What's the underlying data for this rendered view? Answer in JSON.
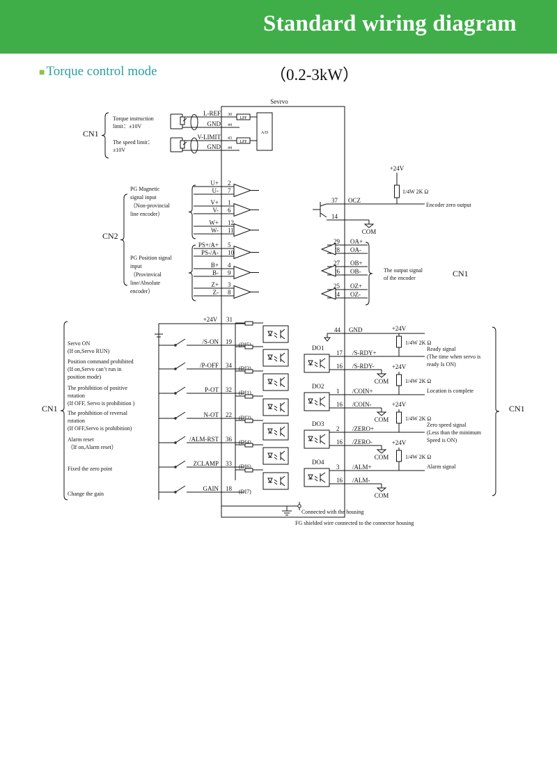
{
  "header": {
    "title": "Standard wiring diagram"
  },
  "subheader": {
    "mode": "Torque control mode",
    "power": "（0.2-3kW）"
  },
  "diagram": {
    "servo_label": "Sevrvo",
    "cn1_top": {
      "group": "CN1",
      "torque_desc": [
        "Torque instruction",
        "limit：±10V"
      ],
      "speed_desc": [
        "The speed limit：",
        "±10V"
      ],
      "pins": [
        {
          "name": "L-REF",
          "num": "30"
        },
        {
          "name": "GND",
          "num": "44"
        },
        {
          "name": "V-LIMIT",
          "num": "43"
        },
        {
          "name": "GND",
          "num": "44"
        }
      ],
      "lpf": "LPF",
      "ad": "A/D"
    },
    "cn2": {
      "group": "CN2",
      "magnetic_desc": [
        "PG Magnetic",
        "signal input",
        "（Non-provincial",
        "line encoder）"
      ],
      "position_desc": [
        "PG Position signal",
        "input",
        "（Provinvical",
        "line/Absolute",
        "encoder）"
      ],
      "pins": [
        {
          "name": "U+",
          "num": "2"
        },
        {
          "name": "U-",
          "num": "7"
        },
        {
          "name": "V+",
          "num": "1"
        },
        {
          "name": "V-",
          "num": "6"
        },
        {
          "name": "W+",
          "num": "12"
        },
        {
          "name": "W-",
          "num": "11"
        },
        {
          "name": "PS+/A+",
          "num": "5"
        },
        {
          "name": "PS-/A-",
          "num": "10"
        },
        {
          "name": "B+",
          "num": "4"
        },
        {
          "name": "B-",
          "num": "9"
        },
        {
          "name": "Z+",
          "num": "3"
        },
        {
          "name": "Z-",
          "num": "8"
        }
      ]
    },
    "ocz": {
      "v24": "+24V",
      "res": "1/4W 2K Ω",
      "pin37": "37",
      "name37": "OCZ",
      "pin14": "14",
      "com": "COM",
      "desc": "Encoder zero output"
    },
    "encoder_out": {
      "group": "CN1",
      "desc": [
        "The output signal",
        "of the encoder"
      ],
      "pins": [
        {
          "name": "OA+",
          "num": "29"
        },
        {
          "name": "OA-",
          "num": "28"
        },
        {
          "name": "OB+",
          "num": "27"
        },
        {
          "name": "OB-",
          "num": "26"
        },
        {
          "name": "OZ+",
          "num": "25"
        },
        {
          "name": "OZ-",
          "num": "24"
        }
      ]
    },
    "inputs": {
      "group": "CN1",
      "v24": "+24V",
      "v24num": "31",
      "descs": [
        [
          "Servo ON",
          "(If on,Servo RUN)"
        ],
        [
          "Position command prohibited",
          "(If on,Servo can’t run in",
          "position mode)"
        ],
        [
          "The prohibition of positive",
          "rotation",
          "(If OFF, Servo is prohibition )"
        ],
        [
          "The prohibition of reversal",
          "rotation",
          "(If OFF,Servo is prohibition)"
        ],
        [
          "Alarm reset",
          "（If on,Alarm reset）"
        ],
        [
          "Fixed the zero point"
        ],
        [
          "Change the gain"
        ]
      ],
      "pins": [
        {
          "name": "/S-ON",
          "num": "19",
          "di": "(DI5)"
        },
        {
          "name": "/P-OFF",
          "num": "34",
          "di": "(DI3)"
        },
        {
          "name": "P-OT",
          "num": "32",
          "di": "(DI1)"
        },
        {
          "name": "N-OT",
          "num": "22",
          "di": "(DI2)"
        },
        {
          "name": "/ALM-RST",
          "num": "36",
          "di": "(DI4)"
        },
        {
          "name": "ZCLAMP",
          "num": "33",
          "di": "(DI6)"
        },
        {
          "name": "GAIN",
          "num": "18",
          "di": "(DI7)"
        }
      ]
    },
    "outputs": {
      "group": "CN1",
      "gnd_num": "44",
      "gnd": "GND",
      "v24": "+24V",
      "res": "1/4W 2K Ω",
      "com": "COM",
      "items": [
        {
          "do": "DO1",
          "p": "17",
          "pn": "/S-RDY+",
          "m": "16",
          "mn": "/S-RDY-",
          "desc": [
            "Ready signal",
            "(The time when servo is",
            "ready Is ON)"
          ]
        },
        {
          "do": "DO2",
          "p": "1",
          "pn": "/COIN+",
          "m": "16",
          "mn": "/COIN-",
          "desc": [
            "Location is complete"
          ]
        },
        {
          "do": "DO3",
          "p": "2",
          "pn": "/ZERO+",
          "m": "16",
          "mn": "/ZERO-",
          "desc": [
            "Zero speed signal",
            "(Less than the minimum",
            "Speed is ON)"
          ]
        },
        {
          "do": "DO4",
          "p": "3",
          "pn": "/ALM+",
          "m": "16",
          "mn": "/ALM-",
          "desc": [
            "Alarm signal"
          ]
        }
      ]
    },
    "footer": {
      "housing": "Connected with the housing",
      "fg": "FG shielded wire connected to the connector housing"
    }
  }
}
